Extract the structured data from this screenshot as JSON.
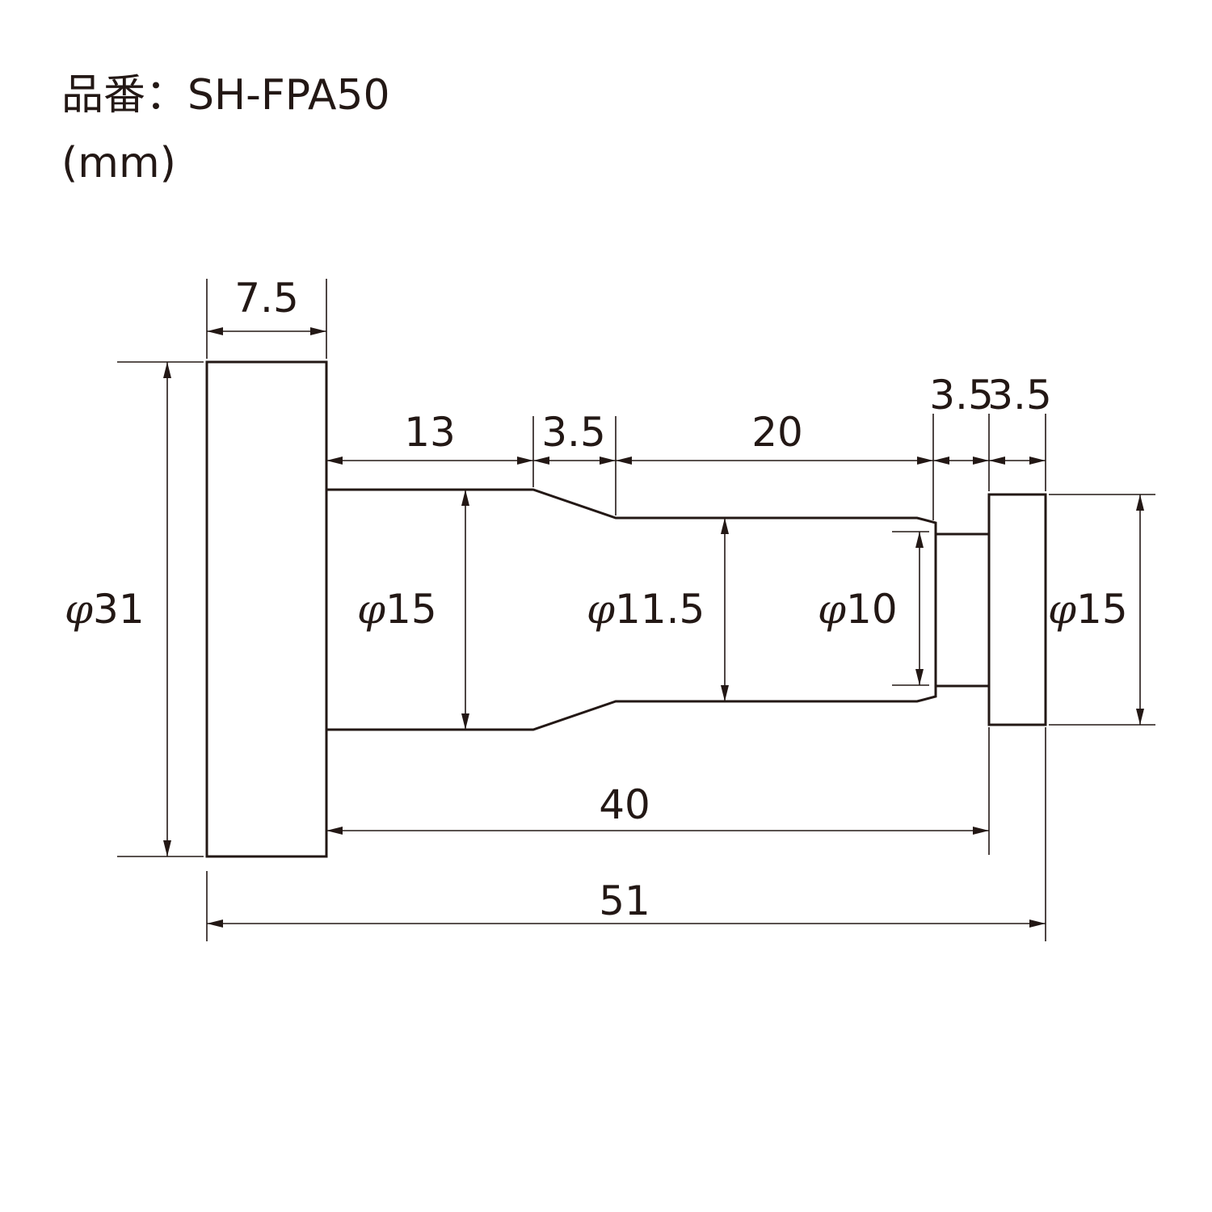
{
  "header": {
    "product_number": "品番：SH-FPA50",
    "unit": "(mm)"
  },
  "dimensions": {
    "flange_thickness": "7.5",
    "flange_diameter_symbol": "φ",
    "flange_diameter": "31",
    "shaft_section_1_length": "13",
    "taper_length": "3.5",
    "shaft_section_2_length": "20",
    "neck_length": "3.5",
    "cap_thickness": "3.5",
    "shaft_section_1_diameter_symbol": "φ",
    "shaft_section_1_diameter": "15",
    "shaft_section_2_diameter_symbol": "φ",
    "shaft_section_2_diameter": "11.5",
    "neck_diameter_symbol": "φ",
    "neck_diameter": "10",
    "cap_diameter_symbol": "φ",
    "cap_diameter": "15",
    "shaft_length": "40",
    "overall_length": "51"
  },
  "colors": {
    "line": "#231815",
    "background": "#ffffff"
  }
}
